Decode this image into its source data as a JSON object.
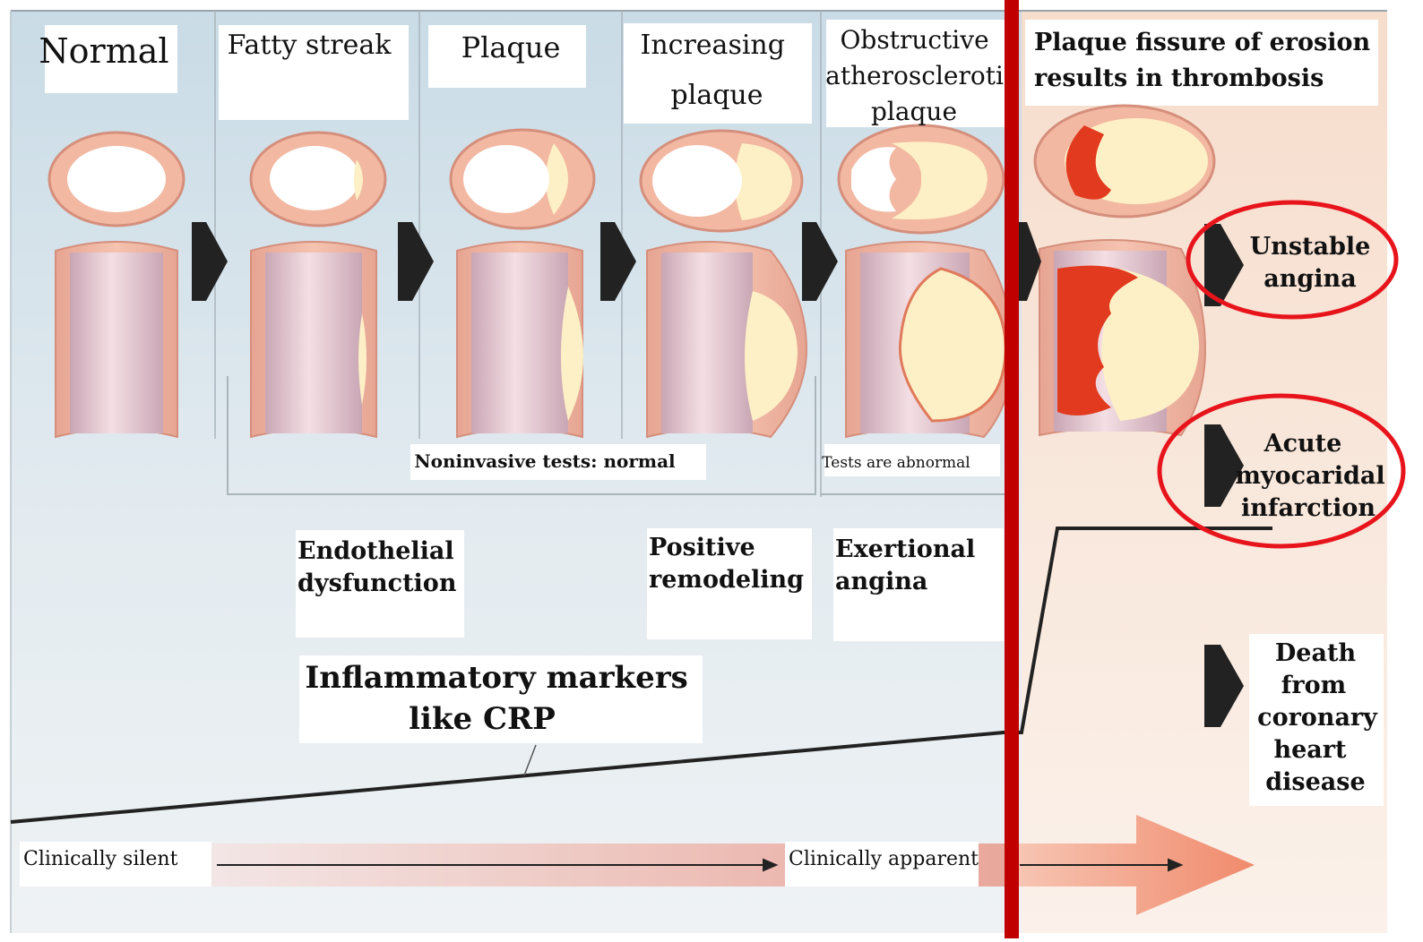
{
  "stages": [
    {
      "id": "normal",
      "lines": [
        "Normal"
      ]
    },
    {
      "id": "fatty-streak",
      "lines": [
        "Fatty streak"
      ]
    },
    {
      "id": "plaque",
      "lines": [
        "Plaque"
      ]
    },
    {
      "id": "increasing-plaque",
      "lines": [
        "Increasing",
        "plaque"
      ]
    },
    {
      "id": "obstructive-plaque",
      "lines": [
        "Obstructive",
        "atheroscleroti",
        "plaque"
      ]
    },
    {
      "id": "plaque-fissure",
      "lines": [
        "Plaque fissure of erosion",
        "results in thrombosis"
      ]
    }
  ],
  "test_labels": {
    "normal": "Noninvasive tests: normal",
    "abnormal": "Tests are abnormal"
  },
  "clinical_notes": [
    {
      "id": "endothelial",
      "lines": [
        "Endothelial",
        "dysfunction"
      ]
    },
    {
      "id": "remodeling",
      "lines": [
        "Positive",
        "remodeling"
      ]
    },
    {
      "id": "exertional",
      "lines": [
        "Exertional",
        "angina"
      ]
    }
  ],
  "inflammatory_label": {
    "lines": [
      "Inflammatory markers",
      "like CRP"
    ]
  },
  "outcomes": [
    {
      "id": "unstable-angina",
      "lines": [
        "Unstable",
        "angina"
      ],
      "circled": true
    },
    {
      "id": "acute-mi",
      "lines": [
        "Acute",
        "myocaridal",
        "infarction"
      ],
      "circled": true
    },
    {
      "id": "death",
      "lines": [
        "Death",
        "from",
        "coronary",
        "heart",
        "disease"
      ],
      "circled": false
    }
  ],
  "timeline": {
    "silent_label": "Clinically silent",
    "apparent_label": "Clinically apparent"
  },
  "colors": {
    "divider_red": "#c00000",
    "circle_red": "#e8141c",
    "vessel_wall": "#f2b8a2",
    "lumen": "#ffffff",
    "plaque": "#fdf0c6",
    "thrombus": "#e23a1e",
    "arrow": "#222222"
  }
}
